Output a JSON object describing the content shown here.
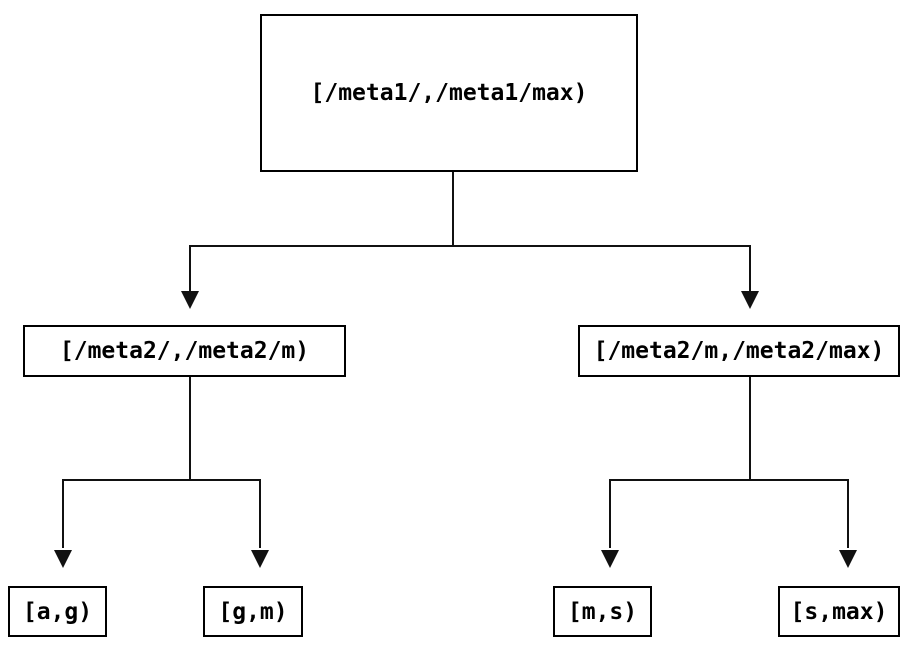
{
  "diagram": {
    "type": "tree",
    "description": "Range-partition tree of key intervals",
    "colors": {
      "background": "#ffffff",
      "line": "#111111",
      "box_border": "#000000",
      "text": "#000000"
    },
    "nodes": {
      "root": {
        "label": "[/meta1/,/meta1/max)"
      },
      "left": {
        "label": "[/meta2/,/meta2/m)"
      },
      "right": {
        "label": "[/meta2/m,/meta2/max)"
      },
      "leaf_ag": {
        "label": "[a,g)"
      },
      "leaf_gm": {
        "label": "[g,m)"
      },
      "leaf_ms": {
        "label": "[m,s)"
      },
      "leaf_smax": {
        "label": "[s,max)"
      }
    },
    "edges": [
      {
        "from": "root",
        "to": "left"
      },
      {
        "from": "root",
        "to": "right"
      },
      {
        "from": "left",
        "to": "leaf_ag"
      },
      {
        "from": "left",
        "to": "leaf_gm"
      },
      {
        "from": "right",
        "to": "leaf_ms"
      },
      {
        "from": "right",
        "to": "leaf_smax"
      }
    ]
  }
}
